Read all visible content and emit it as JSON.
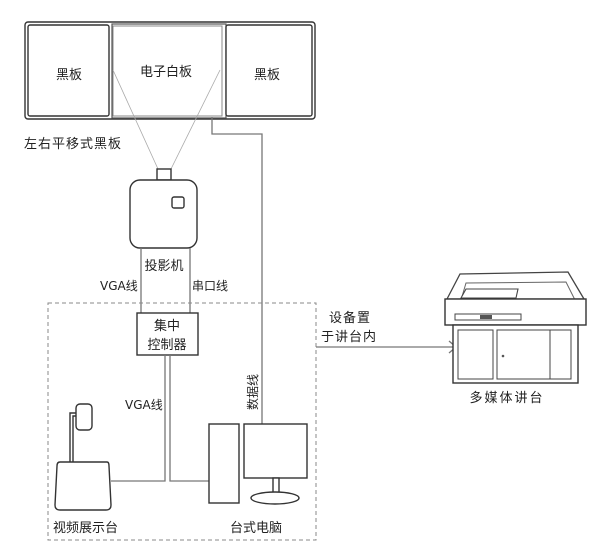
{
  "blackboard": {
    "left_label": "黑板",
    "center_label": "电子白板",
    "right_label": "黑板",
    "caption": "左右平移式黑板"
  },
  "projector": {
    "label": "投影机"
  },
  "cables": {
    "vga_top": "VGA线",
    "serial": "串口线",
    "vga_bottom": "VGA线",
    "data": "数据线"
  },
  "controller": {
    "line1": "集中",
    "line2": "控制器"
  },
  "document_camera": {
    "label": "视频展示台"
  },
  "computer": {
    "label": "台式电脑"
  },
  "placement_note": {
    "line1": "设备置",
    "line2": "于讲台内"
  },
  "podium": {
    "label": "多媒体讲台"
  }
}
